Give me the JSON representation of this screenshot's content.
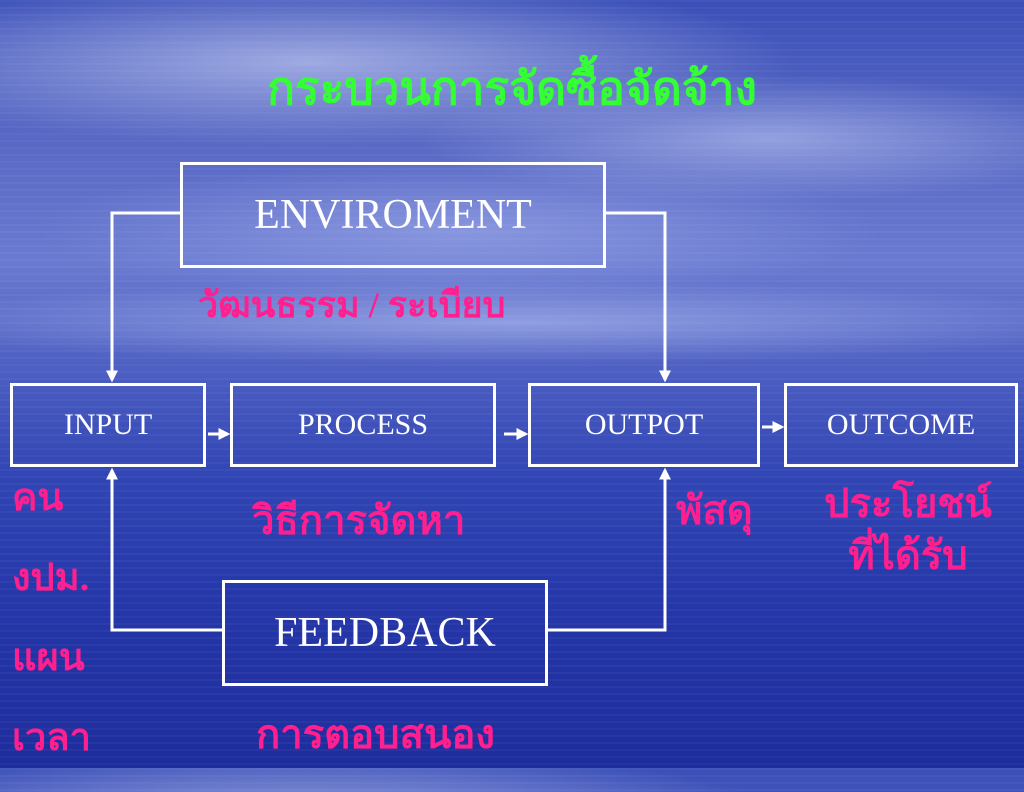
{
  "title": "กระบวนการจัดซื้อจัดจ้าง",
  "environment": {
    "label": "ENVIROMENT",
    "subtitle": "วัฒนธรรม / ระเบียบ"
  },
  "input": {
    "label": "INPUT",
    "items": [
      "คน",
      "งปม.",
      "แผน",
      "เวลา"
    ]
  },
  "process": {
    "label": "PROCESS",
    "subtitle": "วิธีการจัดหา"
  },
  "output": {
    "label": "OUTPOT",
    "subtitle": "พัสดุ"
  },
  "outcome": {
    "label": "OUTCOME",
    "subtitle": "ประโยชน์ที่ได้รับ"
  },
  "feedback": {
    "label": "FEEDBACK",
    "subtitle": "การตอบสนอง"
  },
  "colors": {
    "title": "#33ff33",
    "annotation": "#ff1f8e",
    "box_border": "#ffffff"
  }
}
